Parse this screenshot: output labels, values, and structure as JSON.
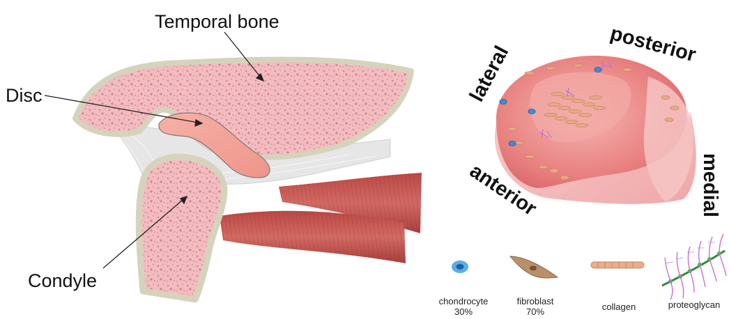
{
  "joint_labels": {
    "temporal_bone": "Temporal bone",
    "disc": "Disc",
    "condyle": "Condyle"
  },
  "directions": {
    "lateral": "lateral",
    "posterior": "posterior",
    "anterior": "anterior",
    "medial": "medial"
  },
  "legend": {
    "chondrocyte": {
      "name": "chondrocyte",
      "percent": "30%"
    },
    "fibroblast": {
      "name": "fibroblast",
      "percent": "70%"
    },
    "collagen": {
      "name": "collagen"
    },
    "proteoglycan": {
      "name": "proteoglycan"
    }
  },
  "colors": {
    "bone_fill": "#f0b8bc",
    "bone_cortex": "#d8d6c2",
    "disc": "#f2a49c",
    "muscle": "#c4524f",
    "ligament": "#e4e4e4",
    "disc3d_top": "#e7797a",
    "disc3d_side": "#f7c9c9",
    "chondrocyte": "#3a8fd6",
    "fibroblast": "#b08a6a",
    "collagen": "#e0a07a",
    "proteoglycan_core": "#4caf50",
    "proteoglycan_arm": "#c86ad0"
  },
  "icons": [
    "chondrocyte-icon",
    "fibroblast-icon",
    "collagen-icon",
    "proteoglycan-icon"
  ]
}
